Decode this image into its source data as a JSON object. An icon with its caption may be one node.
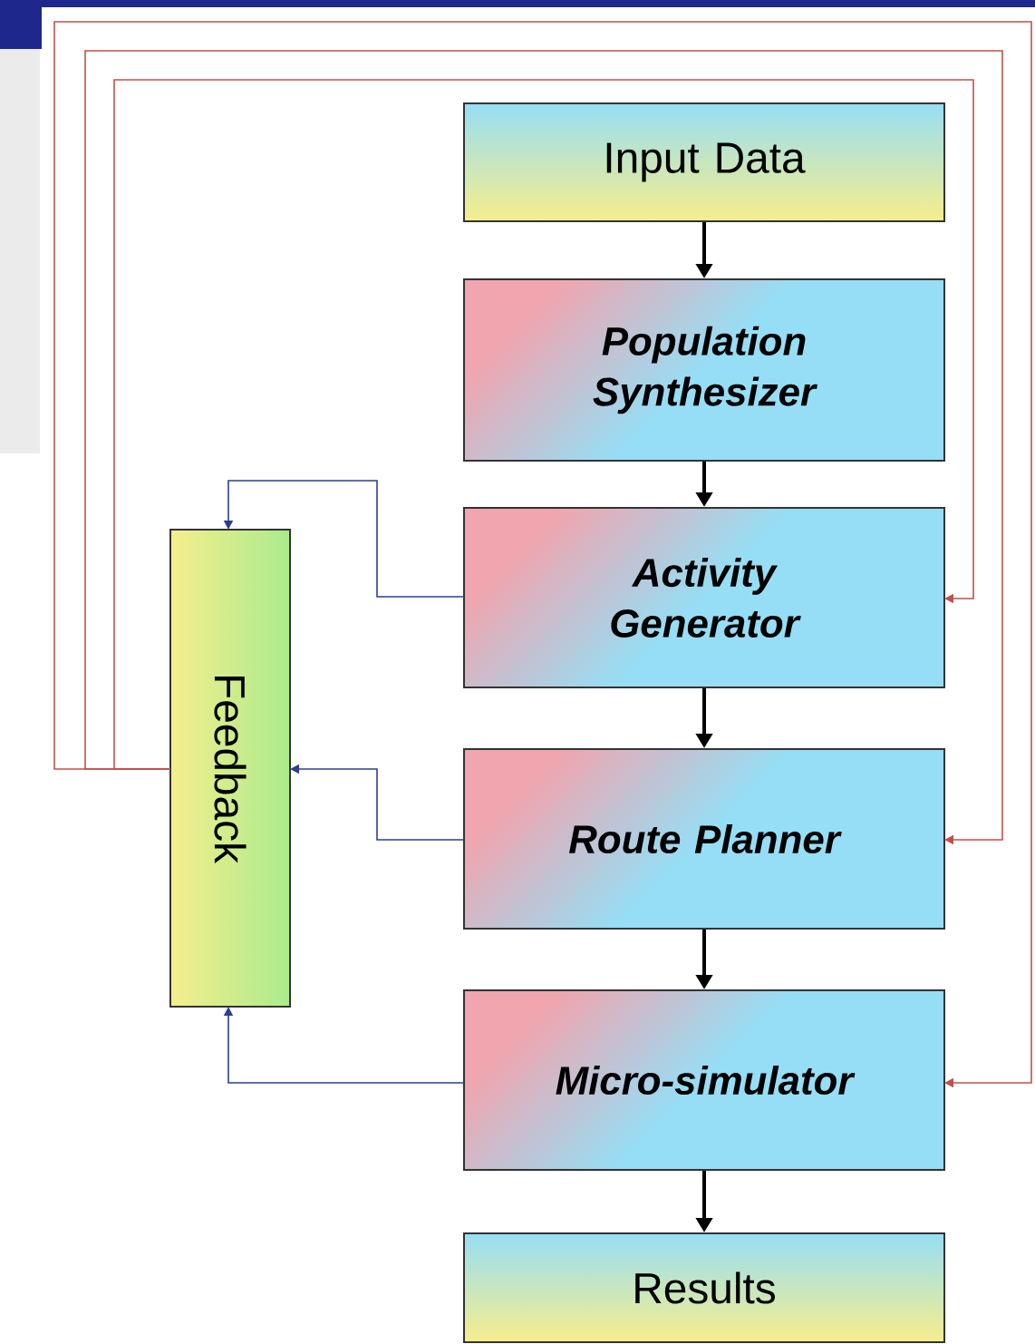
{
  "diagram": {
    "nodes": [
      {
        "text": [
          "Input Data"
        ]
      },
      {
        "text": [
          "Population Synthesizer"
        ]
      },
      {
        "text": [
          "Activity Generator"
        ]
      },
      {
        "text": [
          "Route Planner"
        ]
      },
      {
        "text": [
          "Micro-simulator"
        ]
      },
      {
        "text": [
          "Results"
        ]
      },
      {
        "text": [
          "Feedback"
        ]
      }
    ],
    "edges": [
      {
        "from": 0,
        "to": 1,
        "arrow": "to"
      },
      {
        "from": 1,
        "to": 2,
        "arrow": "to"
      },
      {
        "from": 2,
        "to": 3,
        "arrow": "to"
      },
      {
        "from": 3,
        "to": 4,
        "arrow": "to"
      },
      {
        "from": 4,
        "to": 5,
        "arrow": "to"
      },
      {
        "from": 2,
        "to": 6,
        "arrow": "to",
        "color": "#2e3f8f"
      },
      {
        "from": 3,
        "to": 6,
        "arrow": "to",
        "color": "#2e3f8f"
      },
      {
        "from": 4,
        "to": 6,
        "arrow": "to",
        "color": "#2e3f8f"
      },
      {
        "from": 6,
        "to": 2,
        "arrow": "to",
        "color": "#c0504d"
      },
      {
        "from": 6,
        "to": 3,
        "arrow": "to",
        "color": "#c0504d"
      },
      {
        "from": 6,
        "to": 4,
        "arrow": "to",
        "color": "#c0504d"
      }
    ]
  }
}
